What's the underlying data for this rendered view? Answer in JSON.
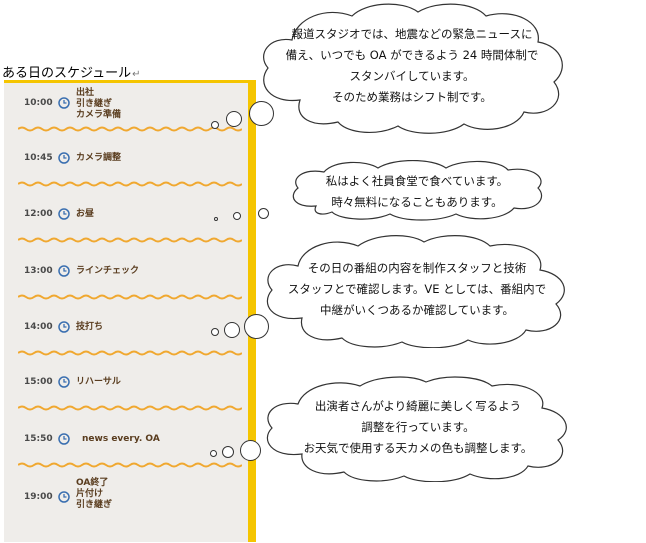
{
  "title": "ある日のスケジュール",
  "return_mark": "↵",
  "schedule": [
    {
      "time": "10:00",
      "lines": [
        "出社",
        "引き継ぎ",
        "カメラ準備"
      ]
    },
    {
      "time": "10:45",
      "lines": [
        "カメラ調整"
      ]
    },
    {
      "time": "12:00",
      "lines": [
        "お昼"
      ]
    },
    {
      "time": "13:00",
      "lines": [
        "ラインチェック"
      ]
    },
    {
      "time": "14:00",
      "lines": [
        "技打ち"
      ]
    },
    {
      "time": "15:00",
      "lines": [
        "リハーサル"
      ]
    },
    {
      "time": "15:50",
      "lines": [
        "news every. OA"
      ]
    },
    {
      "time": "19:00",
      "lines": [
        "OA終了",
        "片付け",
        "引き継ぎ"
      ]
    }
  ],
  "notes": [
    {
      "lines": [
        "報道スタジオでは、地震などの緊急ニュースに",
        "備え、いつでも OA ができるよう 24 時間体制で",
        "スタンバイしています。",
        "そのため業務はシフト制です。"
      ]
    },
    {
      "lines": [
        "私はよく社員食堂で食べています。",
        "時々無料になることもあります。"
      ]
    },
    {
      "lines": [
        "その日の番組の内容を制作スタッフと技術",
        "スタッフとで確認します。VE としては、番組内で",
        "中継がいくつあるか確認しています。"
      ]
    },
    {
      "lines": [
        "出演者さんがより綺麗に美しく写るよう",
        "調整を行っています。",
        "お天気で使用する天カメの色も調整します。"
      ]
    }
  ],
  "colors": {
    "accent_yellow": "#f5c500",
    "wave_orange": "#f0a830",
    "clock_blue": "#3a6fb0",
    "label_brown": "#5a3d1f",
    "panel_bg": "#efedea"
  }
}
